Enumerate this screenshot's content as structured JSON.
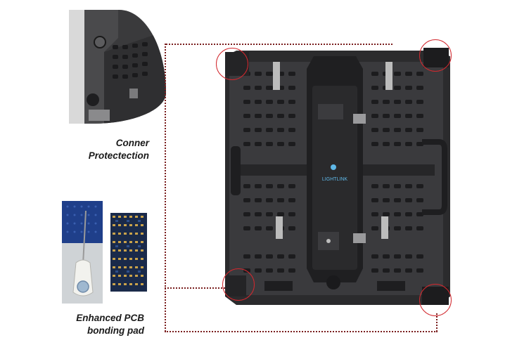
{
  "captions": {
    "corner_line1": "Conner",
    "corner_line2": "Protectection",
    "pcb_line1": "Enhanced PCB",
    "pcb_line2": "bonding pad"
  },
  "cabinet": {
    "logo_text": "LIGHTLINK"
  },
  "colors": {
    "connector": "#7a1e1e",
    "highlight_circle": "#d2282e",
    "cabinet_body": "#2b2b2d",
    "pcb_board": "#1f3f8a"
  },
  "icons": [
    "corner-protection-photo",
    "pcb-bonding-photo",
    "led-cabinet-photo"
  ]
}
